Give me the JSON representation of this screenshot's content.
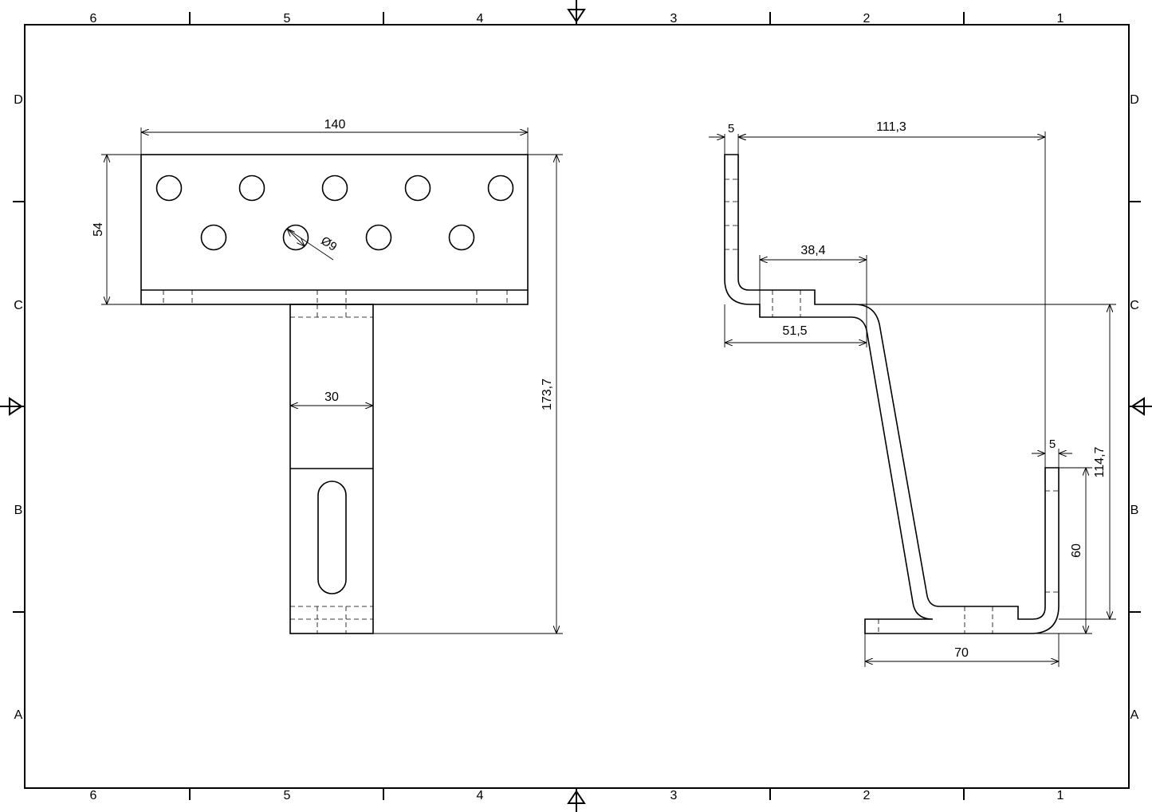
{
  "border": {
    "columns": [
      "6",
      "5",
      "4",
      "3",
      "2",
      "1"
    ],
    "rows": [
      "D",
      "C",
      "B",
      "A"
    ]
  },
  "front_view": {
    "dim_width": "140",
    "dim_height": "54",
    "dim_hole": "Ø9",
    "dim_stem_width": "30",
    "dim_total_height": "173,7"
  },
  "side_view": {
    "dim_top_thickness": "5",
    "dim_span": "111,3",
    "dim_flange_top": "38,4",
    "dim_flange_bottom": "51,5",
    "dim_bottom_thickness": "5",
    "dim_total_height": "114,7",
    "dim_upright": "60",
    "dim_base": "70"
  }
}
